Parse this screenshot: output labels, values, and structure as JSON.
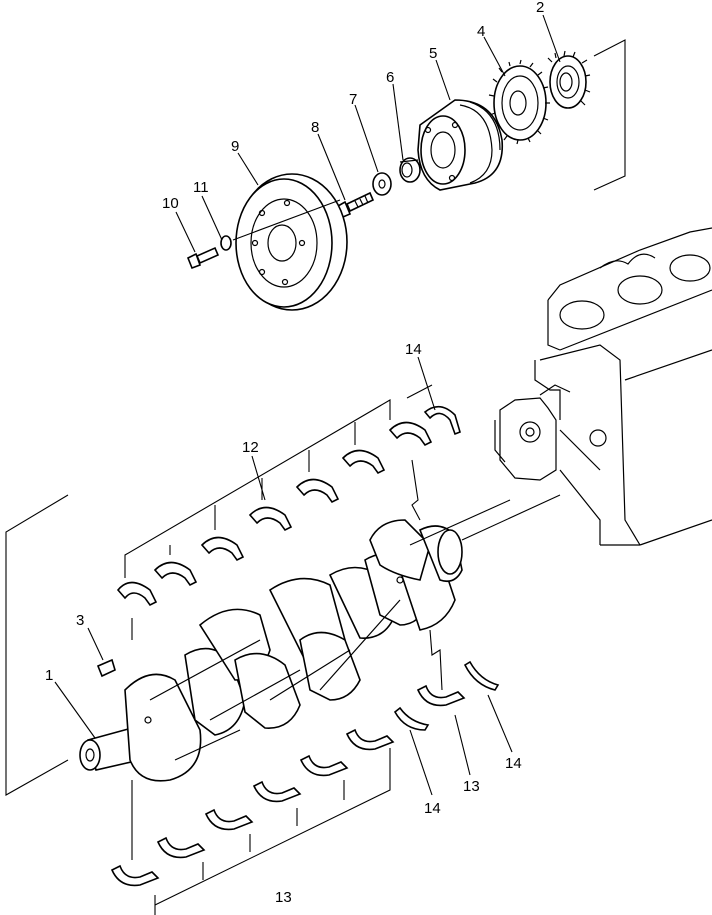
{
  "callouts": {
    "c1": "1",
    "c2": "2",
    "c3": "3",
    "c4": "4",
    "c5": "5",
    "c6": "6",
    "c7": "7",
    "c8": "8",
    "c9": "9",
    "c10": "10",
    "c11": "11",
    "c12": "12",
    "c13a": "13",
    "c13b": "13",
    "c14a": "14",
    "c14b": "14",
    "c14c": "14"
  }
}
